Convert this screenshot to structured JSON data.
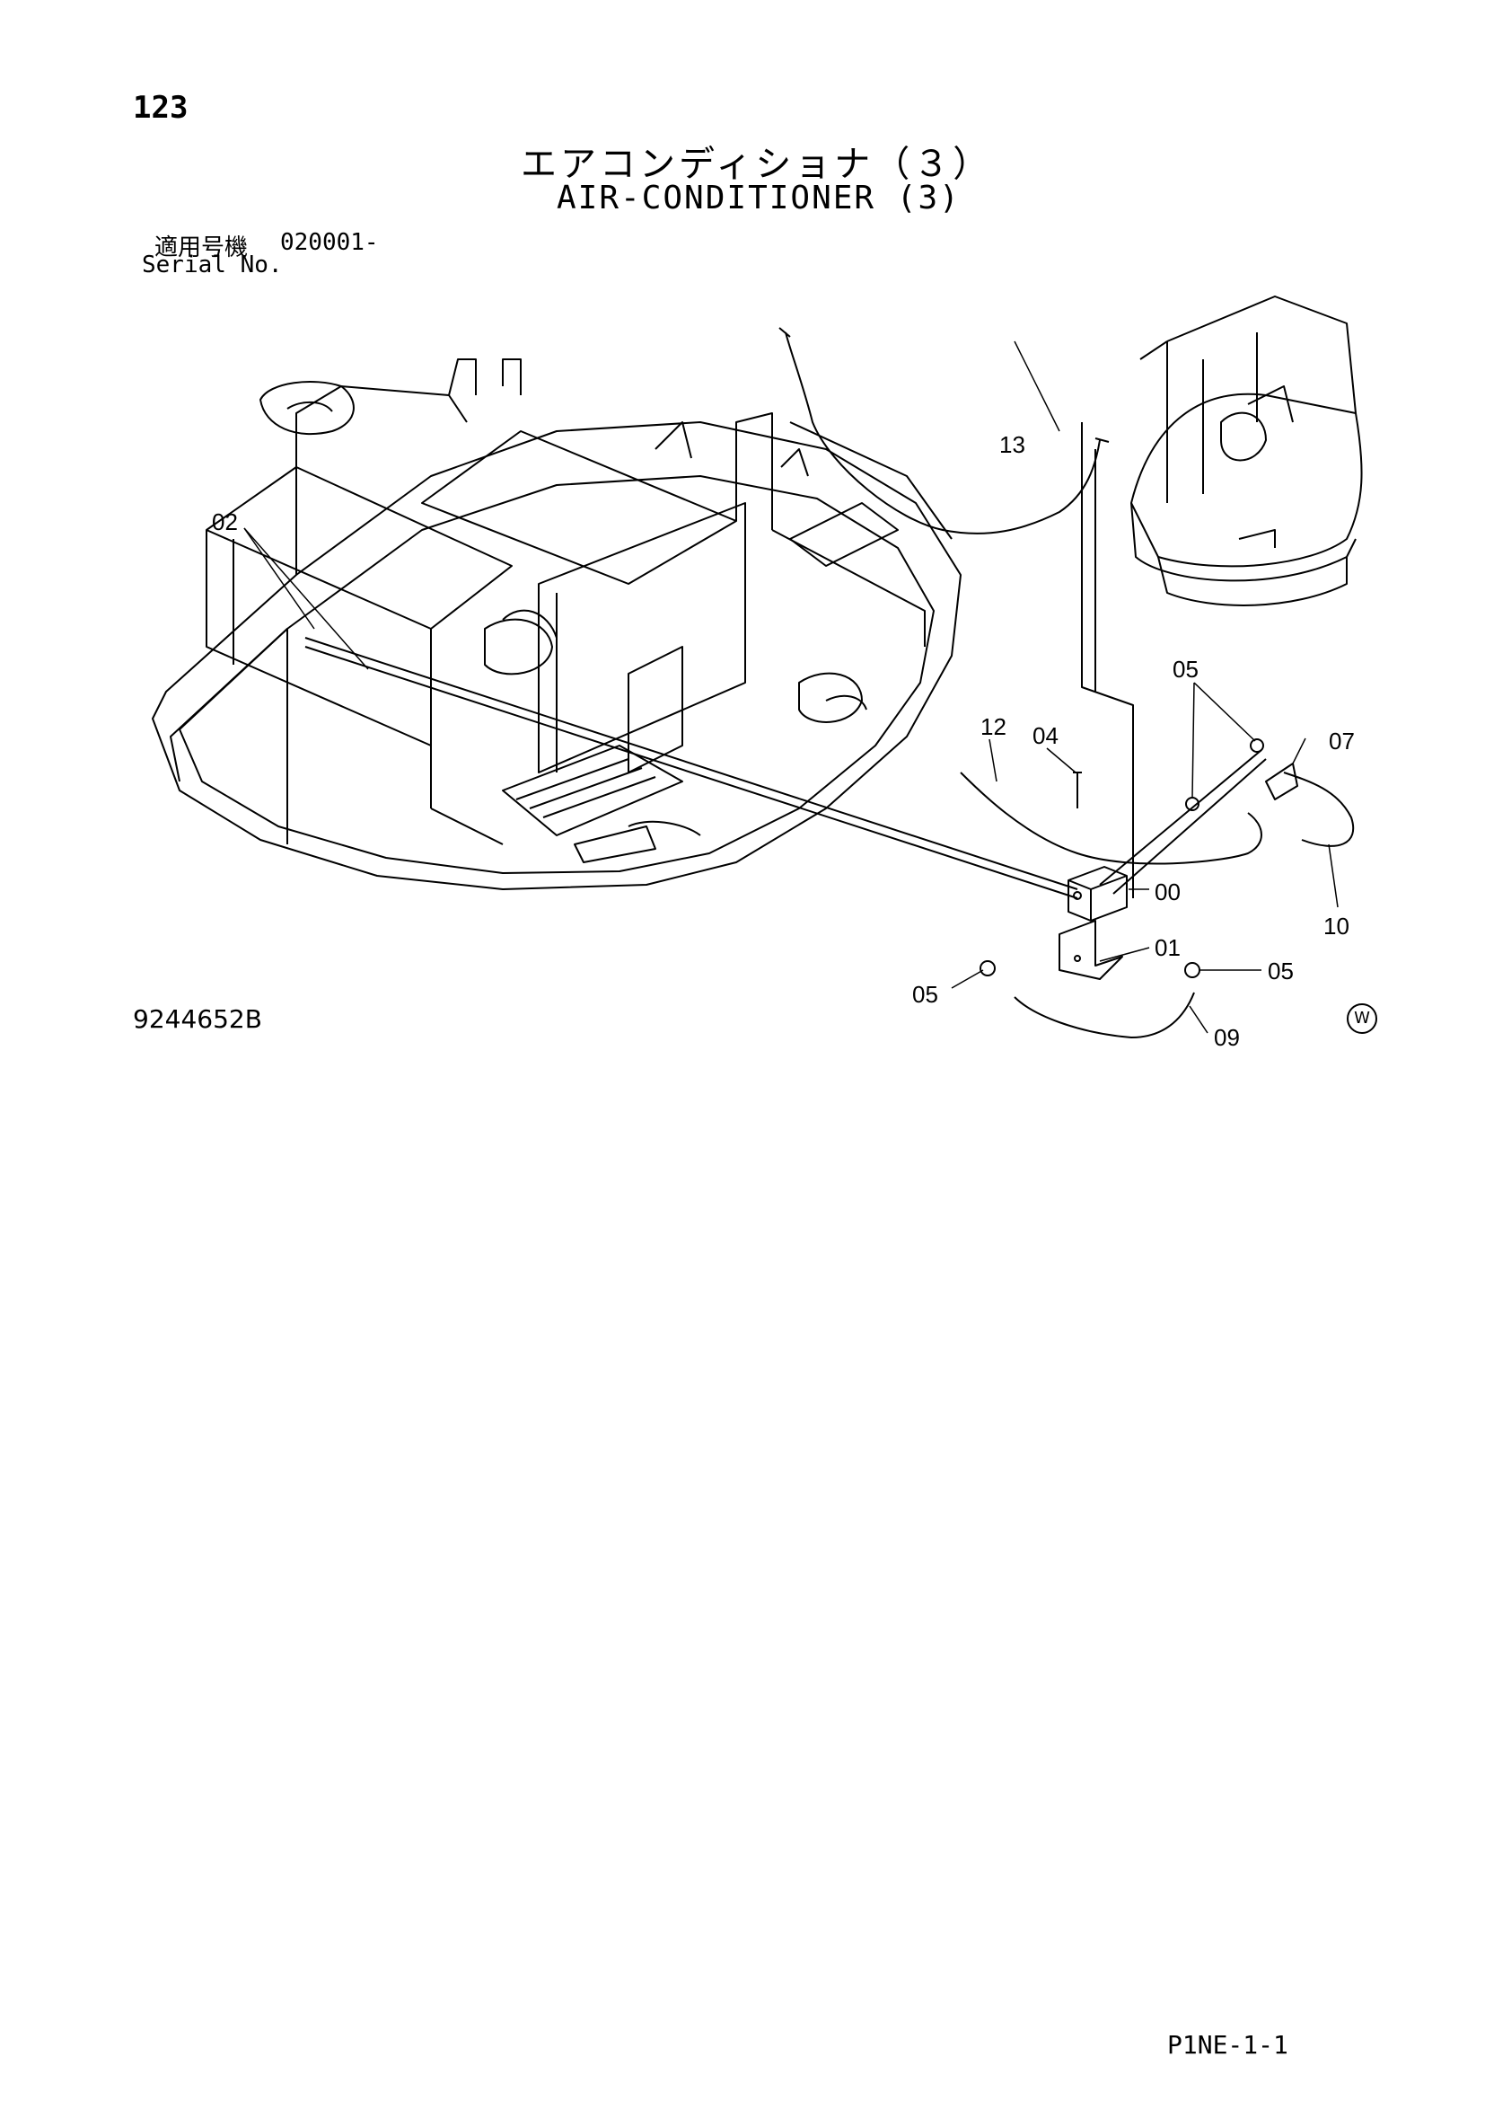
{
  "header": {
    "page_number": "123",
    "title_ja": "エアコンディショナ（３）",
    "title_en": "AIR-CONDITIONER (3)"
  },
  "serial": {
    "label_ja": "適用号機",
    "value": "020001-",
    "label_en": "Serial No."
  },
  "callouts": {
    "c00": "00",
    "c01": "01",
    "c02": "02",
    "c04": "04",
    "c05": "05",
    "c07": "07",
    "c09": "09",
    "c10": "10",
    "c12": "12",
    "c13": "13"
  },
  "footer": {
    "drawing_number": "9244652B",
    "w_mark": "W",
    "sheet_code": "P1NE-1-1"
  }
}
